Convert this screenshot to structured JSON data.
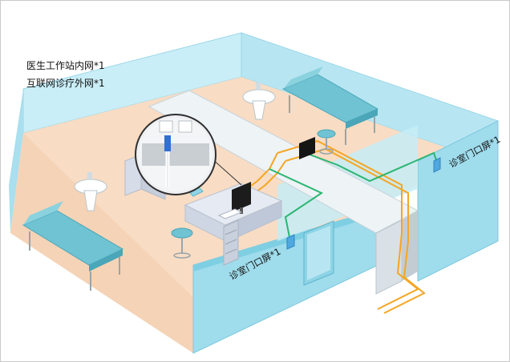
{
  "legend": {
    "line1": "医生工作站内网*1",
    "line2": "互联网诊疗外网*1"
  },
  "labels": {
    "door_screen_left": "诊室门口屏*1",
    "door_screen_right": "诊室门口屏*1"
  },
  "colors": {
    "wall": "#bfeaf5",
    "wall_dark": "#8fd3e6",
    "floor": "#f7dcc4",
    "bed": "#6fc3d3",
    "cable_orange": "#f5a623",
    "cable_green": "#2bb673",
    "trunk": "#eef3f6"
  }
}
